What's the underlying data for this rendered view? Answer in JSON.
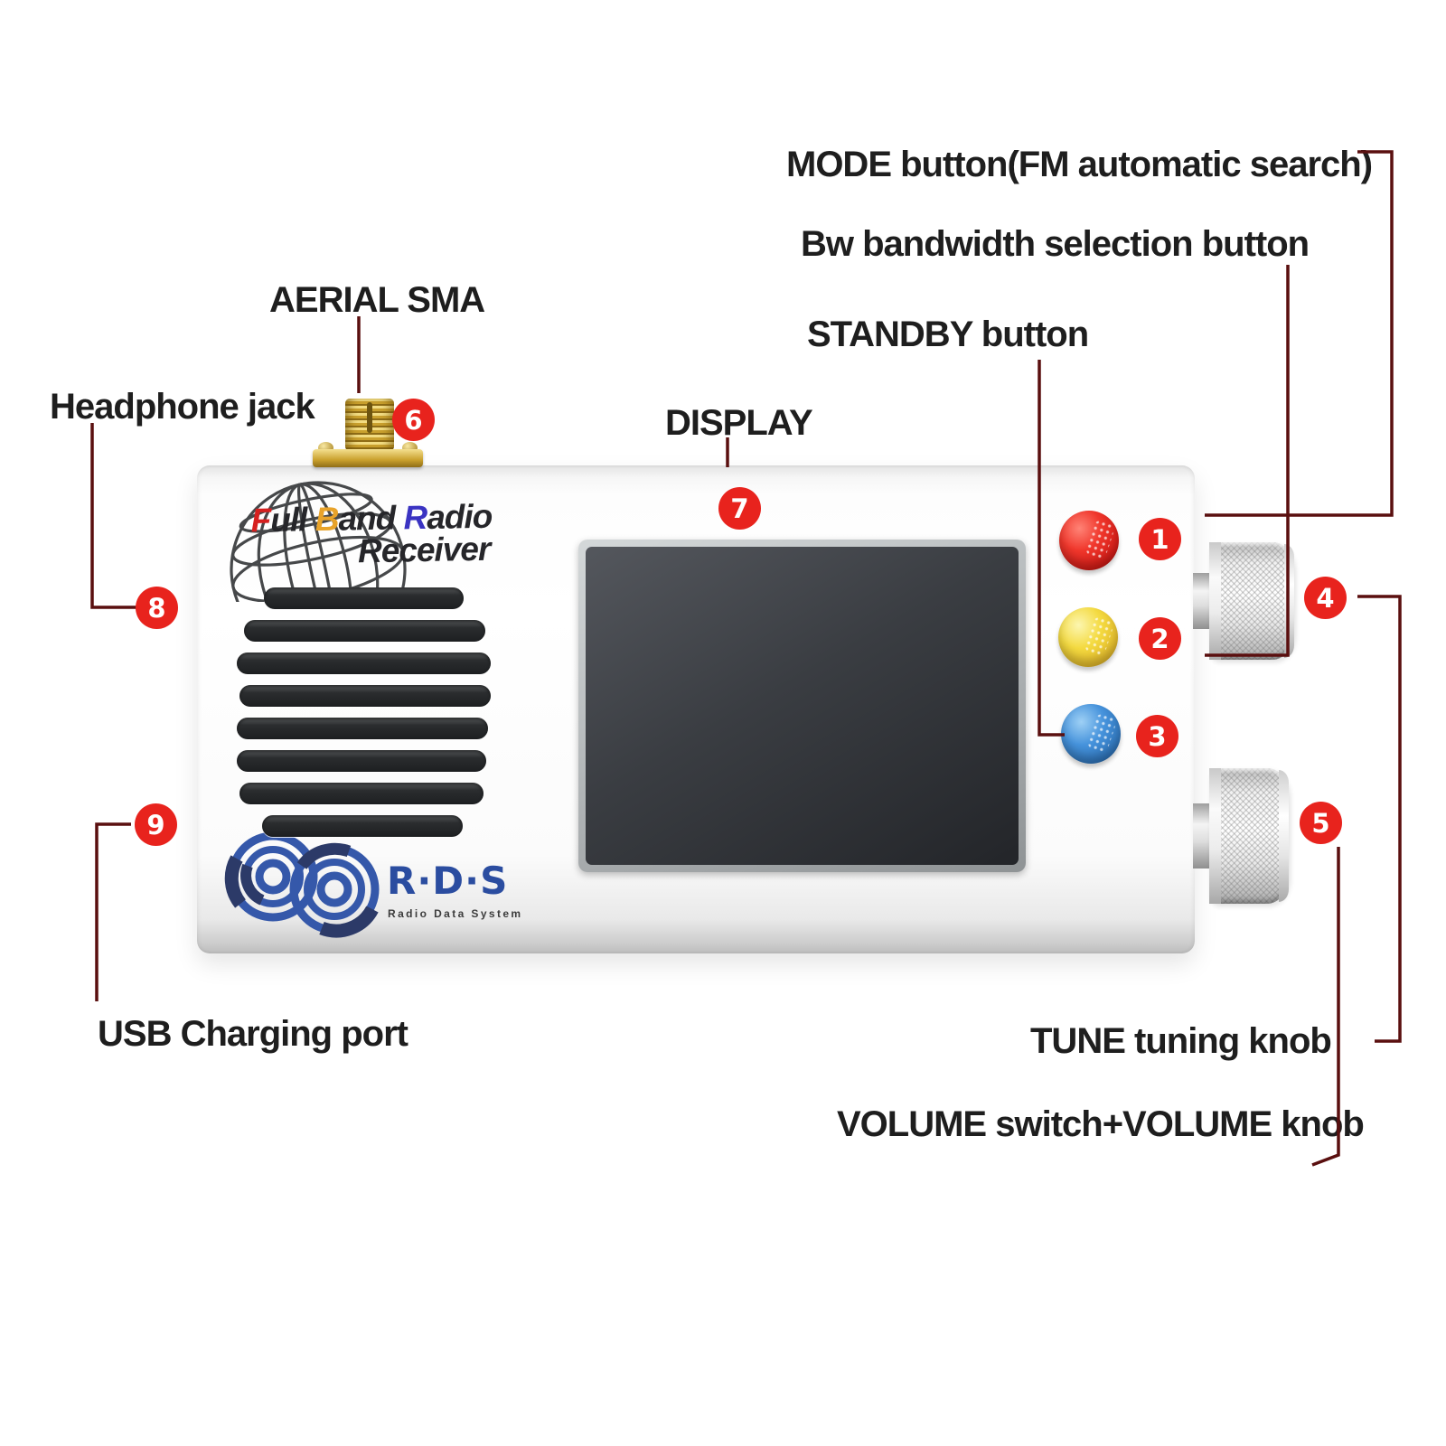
{
  "diagram": {
    "product_name": "Full Band Radio Receiver",
    "badge_color": "#e8231d",
    "line_color": "#5a0f0f",
    "label_text_color": "#1e1e1e"
  },
  "device": {
    "brand_line1_segments": [
      {
        "text": "F",
        "color": "#d6201f"
      },
      {
        "text": "ull ",
        "color": "#26262a"
      },
      {
        "text": "B",
        "color": "#e8a32a"
      },
      {
        "text": "and ",
        "color": "#26262a"
      },
      {
        "text": "R",
        "color": "#3a33c2"
      },
      {
        "text": "adio",
        "color": "#26262a"
      }
    ],
    "brand_line2": "Receiver",
    "rds_title": "R·D·S",
    "rds_subtitle": "Radio Data System",
    "buttons": {
      "mode_color": "#e02a22",
      "bandwidth_color": "#f0d83c",
      "standby_color": "#3c89d4"
    }
  },
  "callouts": [
    {
      "num": "1",
      "label": "MODE button(FM automatic search)"
    },
    {
      "num": "2",
      "label": "Bw bandwidth selection button"
    },
    {
      "num": "3",
      "label": "STANDBY button"
    },
    {
      "num": "4",
      "label": "TUNE tuning knob"
    },
    {
      "num": "5",
      "label": "VOLUME switch+VOLUME knob"
    },
    {
      "num": "6",
      "label": "AERIAL SMA"
    },
    {
      "num": "7",
      "label": "DISPLAY"
    },
    {
      "num": "8",
      "label": "Headphone jack"
    },
    {
      "num": "9",
      "label": "USB Charging port"
    }
  ]
}
